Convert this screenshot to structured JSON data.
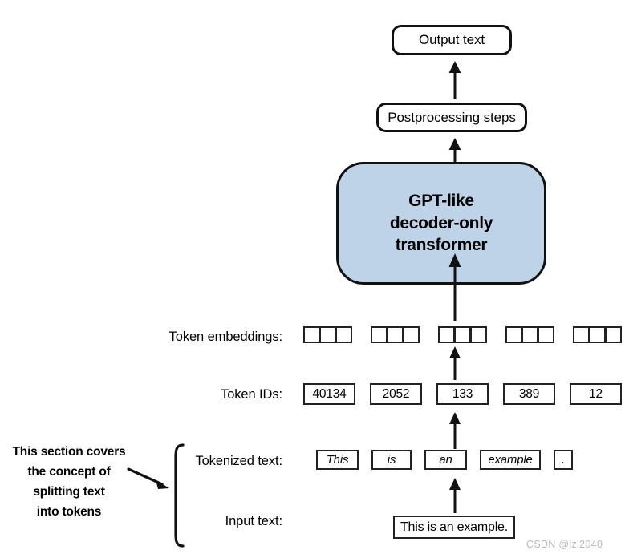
{
  "diagram": {
    "title_flow": "LLM text generation pipeline",
    "blocks": {
      "output_text": "Output text",
      "postprocessing": "Postprocessing steps",
      "transformer_line1": "GPT-like",
      "transformer_line2": "decoder-only",
      "transformer_line3": "transformer"
    },
    "rows": {
      "token_embeddings_label": "Token embeddings:",
      "token_ids_label": "Token IDs:",
      "tokenized_text_label": "Tokenized text:",
      "input_text_label": "Input text:"
    },
    "token_embeddings": [
      {
        "cells": 3
      },
      {
        "cells": 3
      },
      {
        "cells": 3
      },
      {
        "cells": 3
      },
      {
        "cells": 3
      }
    ],
    "token_ids": [
      "40134",
      "2052",
      "133",
      "389",
      "12"
    ],
    "tokenized_text": [
      "This",
      "is",
      "an",
      "example",
      "."
    ],
    "input_text": "This is an example.",
    "annotation": {
      "line1": "This section covers",
      "line2": "the concept of",
      "line3": "splitting text",
      "line4": "into tokens"
    },
    "colors": {
      "transformer_fill": "#bed3e8",
      "stroke": "#111111",
      "box_stroke": "#222222",
      "background": "#ffffff",
      "watermark": "#b9b9b9"
    }
  },
  "watermark": "CSDN @lzl2040"
}
